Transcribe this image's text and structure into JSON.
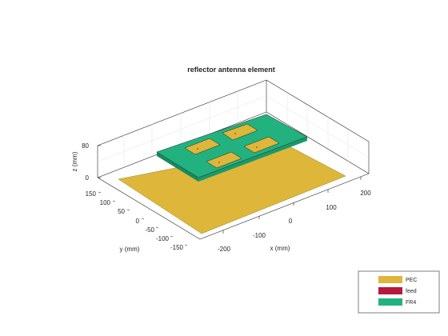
{
  "figure": {
    "title": "reflector antenna element",
    "xlabel": "x (mm)",
    "ylabel": "y (mm)",
    "zlabel": "z (mm)",
    "x_ticks": [
      "-200",
      "-100",
      "0",
      "100",
      "200"
    ],
    "y_ticks": [
      "150",
      "100",
      "50",
      "0",
      "-50",
      "-100",
      "-150"
    ],
    "z_ticks": [
      "80",
      "0"
    ]
  },
  "legend": {
    "items": [
      {
        "label": "PEC",
        "color": "#DDB63A"
      },
      {
        "label": "feed",
        "color": "#B5193B"
      },
      {
        "label": "FR4",
        "color": "#22B27F"
      }
    ]
  },
  "colors": {
    "pec": "#DDB63A",
    "fr4": "#22B27F",
    "fr4_edge": "#168a60",
    "axis": "#262626"
  }
}
